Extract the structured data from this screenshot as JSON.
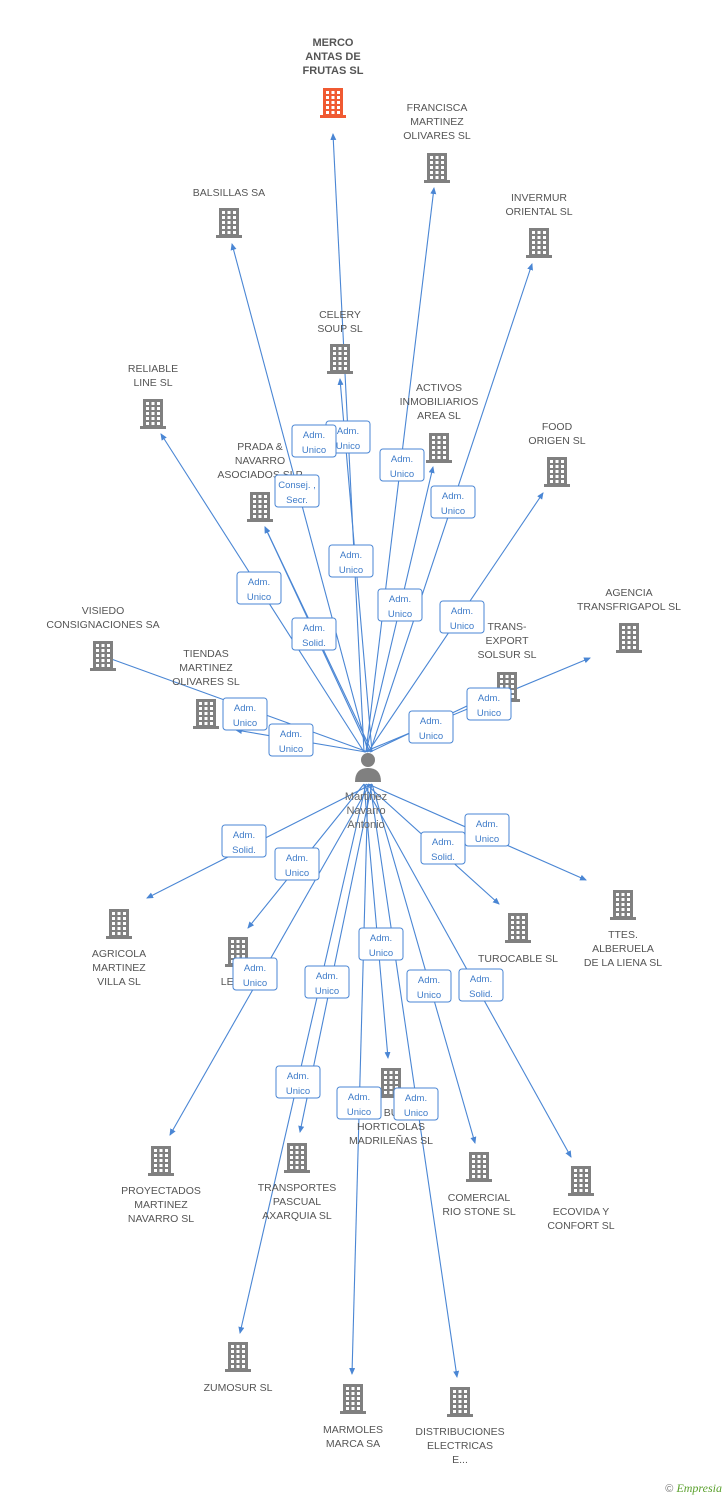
{
  "colors": {
    "company": "#808080",
    "focus_company": "#f05a32",
    "edge": "#4a86d4",
    "person": "#808080"
  },
  "person": {
    "lines": [
      "Martinez",
      "Navarro",
      "Antonio"
    ]
  },
  "companies": [
    {
      "id": "merco",
      "lines": [
        "MERCO",
        "ANTAS DE",
        "FRUTAS SL"
      ],
      "focus": true
    },
    {
      "id": "francisca",
      "lines": [
        "FRANCISCA",
        "MARTINEZ",
        "OLIVARES SL"
      ]
    },
    {
      "id": "balsillas",
      "lines": [
        "BALSILLAS SA"
      ]
    },
    {
      "id": "invermur",
      "lines": [
        "INVERMUR",
        "ORIENTAL SL"
      ]
    },
    {
      "id": "celery",
      "lines": [
        "CELERY",
        "SOUP SL"
      ]
    },
    {
      "id": "reliable",
      "lines": [
        "RELIABLE",
        "LINE SL"
      ]
    },
    {
      "id": "activos",
      "lines": [
        "ACTIVOS",
        "INMOBILIARIOS",
        "AREA SL"
      ]
    },
    {
      "id": "food",
      "lines": [
        "FOOD",
        "ORIGEN  SL"
      ]
    },
    {
      "id": "prada",
      "lines": [
        "PRADA &",
        "NAVARRO",
        "ASOCIADOS SLP"
      ]
    },
    {
      "id": "agencia",
      "lines": [
        "AGENCIA",
        "TRANSFRIGAPOL SL"
      ]
    },
    {
      "id": "visiedo",
      "lines": [
        "VISIEDO",
        "CONSIGNACIONES SA"
      ]
    },
    {
      "id": "trans",
      "lines": [
        "TRANS-",
        "EXPORT",
        "SOLSUR SL"
      ]
    },
    {
      "id": "tiendas",
      "lines": [
        "TIENDAS",
        "MARTINEZ",
        "OLIVARES SL"
      ]
    },
    {
      "id": "agricola",
      "lines": [
        "AGRICOLA",
        "MARTINEZ",
        "VILLA SL"
      ]
    },
    {
      "id": "legaf",
      "lines": [
        "LEGAF"
      ]
    },
    {
      "id": "turocable",
      "lines": [
        "TUROCABLE SL"
      ]
    },
    {
      "id": "ttes",
      "lines": [
        "TTES.",
        "ALBERUELA",
        "DE LA LIENA SL"
      ]
    },
    {
      "id": "horticolas",
      "lines": [
        "BU",
        "HORTICOLAS",
        "MADRILEÑAS SL"
      ]
    },
    {
      "id": "proyectados",
      "lines": [
        "PROYECTADOS",
        "MARTINEZ",
        "NAVARRO SL"
      ]
    },
    {
      "id": "transportes",
      "lines": [
        "TRANSPORTES",
        "PASCUAL",
        "AXARQUIA SL"
      ]
    },
    {
      "id": "comercial",
      "lines": [
        "COMERCIAL",
        "RIO STONE SL"
      ]
    },
    {
      "id": "ecovida",
      "lines": [
        "ECOVIDA Y",
        "CONFORT SL"
      ]
    },
    {
      "id": "zumosur",
      "lines": [
        "ZUMOSUR SL"
      ]
    },
    {
      "id": "marmoles",
      "lines": [
        "MARMOLES",
        "MARCA SA"
      ]
    },
    {
      "id": "distribuciones",
      "lines": [
        "DISTRIBUCIONES",
        "ELECTRICAS",
        "E..."
      ]
    }
  ],
  "relations": [
    {
      "target": "merco",
      "role": [
        "Adm.",
        "Unico"
      ]
    },
    {
      "target": "francisca",
      "role": [
        "Adm.",
        "Unico"
      ]
    },
    {
      "target": "balsillas",
      "role": [
        "Adm.",
        "Unico"
      ]
    },
    {
      "target": "invermur",
      "role": [
        "Adm.",
        "Unico"
      ]
    },
    {
      "target": "celery",
      "role": [
        "Adm.",
        "Unico"
      ]
    },
    {
      "target": "reliable",
      "role": [
        "Adm.",
        "Unico"
      ]
    },
    {
      "target": "activos",
      "role": [
        "Adm.",
        "Unico"
      ]
    },
    {
      "target": "food",
      "role": [
        "Adm.",
        "Unico"
      ]
    },
    {
      "target": "prada",
      "role": [
        "Adm.",
        "Solid."
      ]
    },
    {
      "target": "prada",
      "role": [
        "Consej. ,",
        "Secr."
      ]
    },
    {
      "target": "agencia",
      "role": [
        "Adm.",
        "Unico"
      ]
    },
    {
      "target": "tiendas",
      "role": [
        "Adm.",
        "Unico"
      ]
    },
    {
      "target": "visiedo",
      "role": [
        "Adm.",
        "Unico"
      ]
    },
    {
      "target": "trans",
      "role": [
        "Adm.",
        "Unico"
      ]
    },
    {
      "target": "agricola",
      "role": [
        "Adm.",
        "Solid."
      ]
    },
    {
      "target": "legaf",
      "role": [
        "Adm.",
        "Unico"
      ]
    },
    {
      "target": "turocable",
      "role": [
        "Adm.",
        "Solid."
      ]
    },
    {
      "target": "ttes",
      "role": [
        "Adm.",
        "Unico"
      ]
    },
    {
      "target": "proyectados",
      "role": [
        "Adm.",
        "Unico"
      ]
    },
    {
      "target": "transportes",
      "role": [
        "Adm.",
        "Unico"
      ]
    },
    {
      "target": "horticolas",
      "role": [
        "Adm.",
        "Unico"
      ]
    },
    {
      "target": "zumosur",
      "role": [
        "Adm.",
        "Unico"
      ]
    },
    {
      "target": "marmoles",
      "role": [
        "Adm.",
        "Unico"
      ]
    },
    {
      "target": "distribuciones",
      "role": [
        "Adm.",
        "Unico"
      ]
    },
    {
      "target": "comercial",
      "role": [
        "Adm.",
        "Unico"
      ]
    },
    {
      "target": "ecovida",
      "role": [
        "Adm.",
        "Solid."
      ]
    }
  ],
  "footer": {
    "copyright": "©",
    "brand": "Empresia"
  }
}
